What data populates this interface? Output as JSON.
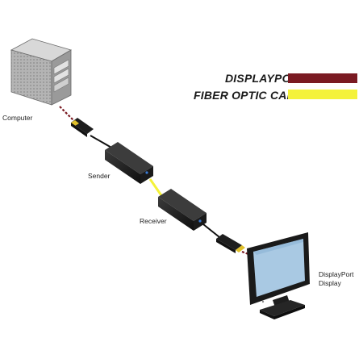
{
  "legend": {
    "items": [
      {
        "label": "DISPLAYPORT",
        "color": "#7a1a22"
      },
      {
        "label": "FIBER OPTIC CABLE",
        "color": "#f4f23a"
      }
    ]
  },
  "labels": {
    "computer": "Computer",
    "sender": "Sender",
    "receiver": "Receiver",
    "display_line1": "DisplayPort",
    "display_line2": "Display"
  },
  "colors": {
    "displayport": "#7a1a22",
    "fiber": "#f4f23a",
    "device_body": "#2a2a2a",
    "screen": "#a9c9e3"
  }
}
